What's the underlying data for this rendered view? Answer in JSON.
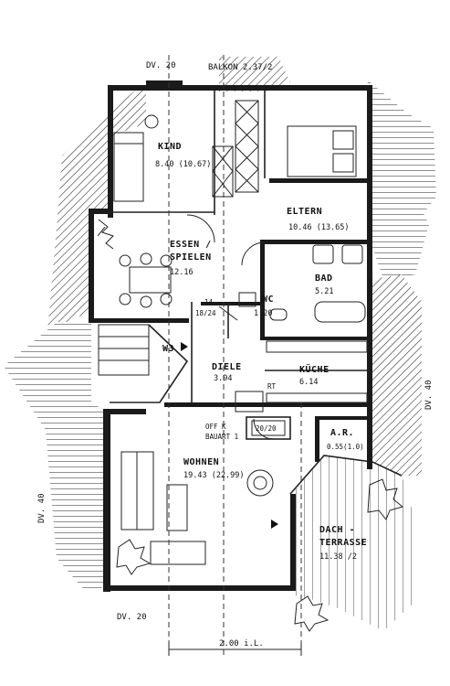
{
  "plan": {
    "rooms": {
      "kind": {
        "name": "KIND",
        "area": "8.40 (10.67)"
      },
      "eltern": {
        "name": "ELTERN",
        "area": "10.46 (13.65)"
      },
      "essen": {
        "name1": "ESSEN /",
        "name2": "SPIELEN",
        "area": "12.16"
      },
      "bad": {
        "name": "BAD",
        "area": "5.21"
      },
      "wc": {
        "name": "WC",
        "area": "1.20"
      },
      "diele": {
        "name": "DIELE",
        "area": "3.94"
      },
      "kueche": {
        "name": "KÜCHE",
        "area": "6.14"
      },
      "wohnen": {
        "name": "WOHNEN",
        "area": "19.43 (22.99)"
      },
      "ar": {
        "name": "A.R.",
        "area": "0.55(1.0)"
      },
      "dach": {
        "name1": "DACH -",
        "name2": "TERRASSE",
        "area": "11.38 /2"
      }
    },
    "labels": {
      "dv20_top": "DV. 20",
      "balkon": "BALKON 2.37/2",
      "dv20_bottom": "DV. 20",
      "dv40_left": "DV. 40",
      "dv40_right": "DV. 40",
      "w3": "W3",
      "ofen1": "OFF K",
      "ofen2": "BAUART 1",
      "chimney": "20/20",
      "rt": "RT",
      "vent1": "14",
      "vent2": "18/24",
      "dimension": "2.00 i.L."
    }
  }
}
